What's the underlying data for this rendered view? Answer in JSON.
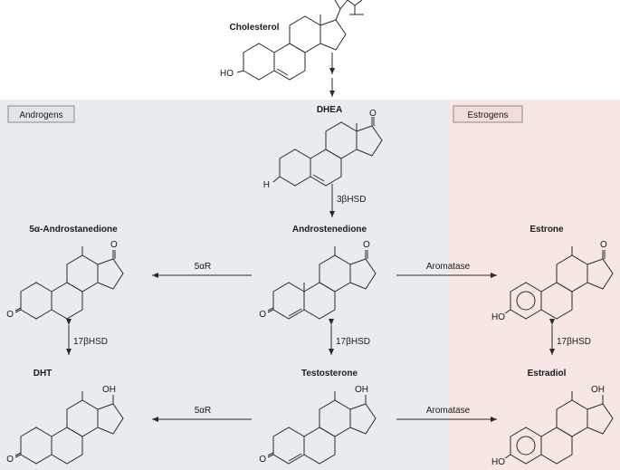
{
  "panels": {
    "androgens_label": "Androgens",
    "estrogens_label": "Estrogens"
  },
  "compounds": {
    "cholesterol": "Cholesterol",
    "dhea": "DHEA",
    "androstenedione": "Androstenedione",
    "androstanedione": "5α-Androstanedione",
    "estrone": "Estrone",
    "dht": "DHT",
    "testosterone": "Testosterone",
    "estradiol": "Estradiol"
  },
  "enzymes": {
    "hsd3b": "3βHSD",
    "r5a_top": "5αR",
    "r5a_bottom": "5αR",
    "aromatase_top": "Aromatase",
    "aromatase_bottom": "Aromatase",
    "hsd17b_left": "17βHSD",
    "hsd17b_mid": "17βHSD",
    "hsd17b_right": "17βHSD"
  },
  "atoms": {
    "ho": "HO",
    "o": "O",
    "oh": "OH",
    "h": "H"
  },
  "colors": {
    "androgen_bg": "#e8ecee",
    "estrogen_bg": "#f6e7e4",
    "androgen_tag_bg": "#dfe6ea",
    "estrogen_tag_bg": "#f3ddd8",
    "tag_border": "#8a8a8a",
    "line": "#2a2a2a"
  }
}
